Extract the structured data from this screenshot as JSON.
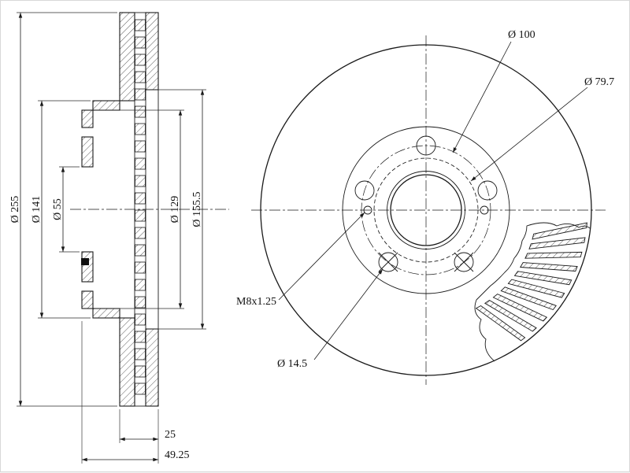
{
  "colors": {
    "ink": "#1a1a1a",
    "background": "#ffffff"
  },
  "section_view": {
    "dim_outer_diameter": "Ø 255",
    "dim_hat_outer_diameter": "Ø 141",
    "dim_center_bore": "Ø 55",
    "dim_hat_inner_diameter": "Ø 129",
    "dim_friction_inner_diameter": "Ø 155.5",
    "dim_disc_thickness": "25",
    "dim_overall_height": "49.25"
  },
  "front_view": {
    "dim_bolt_circle": "Ø 100",
    "dim_register_diameter": "Ø 79.7",
    "thread_spec": "M8x1.25",
    "dim_bolt_hole_diameter": "Ø 14.5"
  }
}
